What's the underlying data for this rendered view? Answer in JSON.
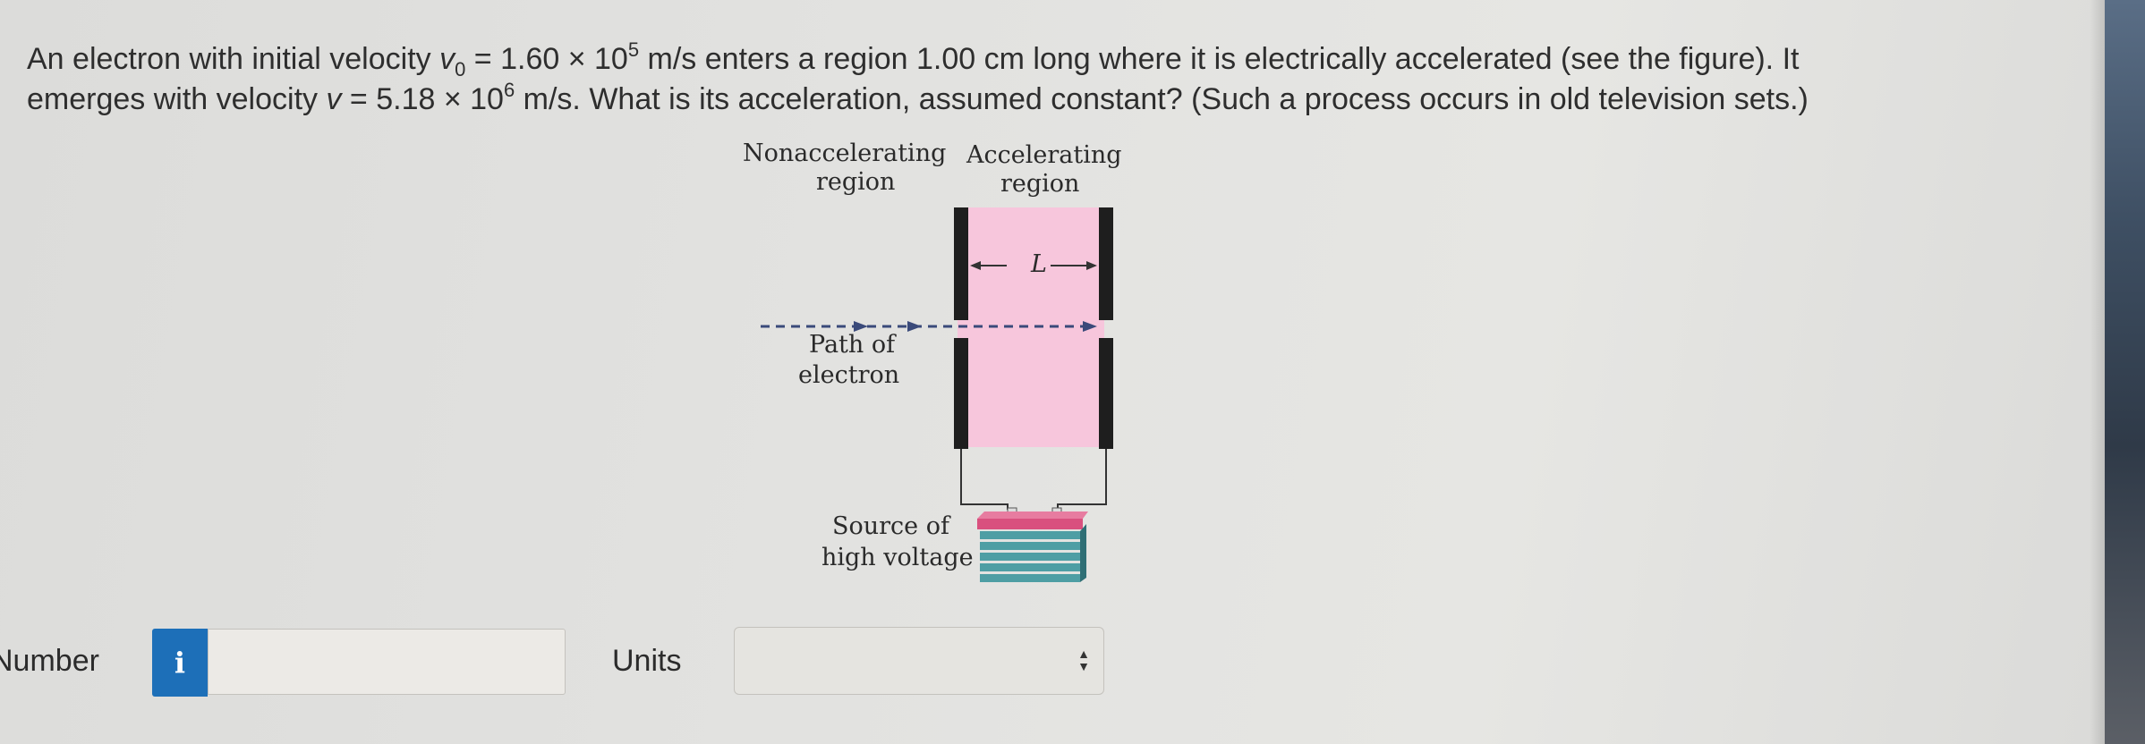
{
  "question": {
    "p1": "An electron with initial velocity ",
    "v0_symbol": "v",
    "v0_sub": "0",
    "p2": " = 1.60 × 10",
    "exp1": "5",
    "p3": " m/s enters a region 1.00 cm long where it is electrically accelerated (see the figure). It emerges with velocity ",
    "v_symbol": "v",
    "p4": " = 5.18 × 10",
    "exp2": "6",
    "p5": " m/s. What is its acceleration, assumed constant? (Such a process occurs in old television sets.)"
  },
  "figure": {
    "nonaccel_line1": "Nonaccelerating",
    "nonaccel_line2": "region",
    "accel_line1": "Accelerating",
    "accel_line2": "region",
    "length_symbol": "L",
    "path_line1": "Path of",
    "path_line2": "electron",
    "source_line1": "Source of",
    "source_line2": "high voltage",
    "colors": {
      "region_fill": "#f7c6dc",
      "plate": "#1e1e1e",
      "path_arrow": "#3a4a7a",
      "battery_top": "#d9507e",
      "battery_body": "#4e9ea4"
    }
  },
  "answer": {
    "number_label": "Number",
    "info_icon": "i",
    "number_value": "",
    "units_label": "Units",
    "units_value": ""
  },
  "colors": {
    "info_button": "#1d6fb8"
  }
}
